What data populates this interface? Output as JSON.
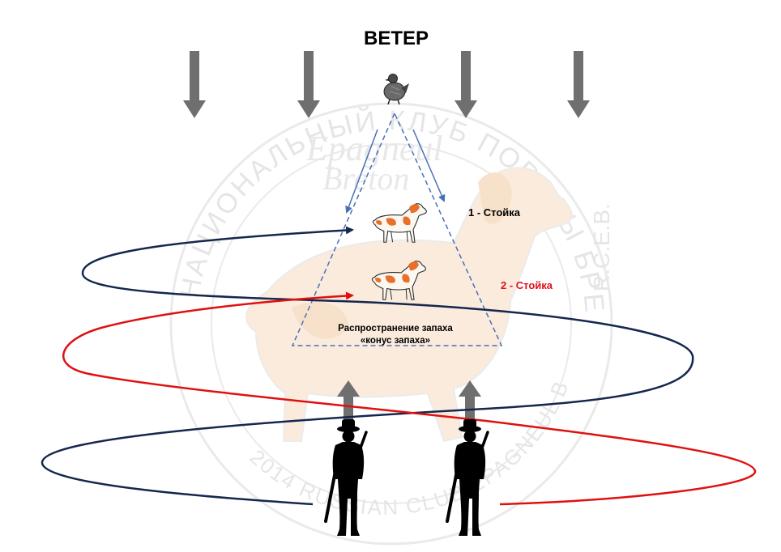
{
  "title": "ВЕТЕР",
  "labels": {
    "stand1": "1 - Стойка",
    "stand2": "2 - Стойка",
    "cone_line1": "Распространение запаха",
    "cone_line2": "«конус запаха»"
  },
  "watermark": {
    "ring_text": "НАЦИОНАЛЬНЫЙ КЛУБ ПОРОДЫ БРЕТОНСКИЙ ЭПАНЬОЛЬ - РОССИЯ",
    "right_text": "R.C.E.B.",
    "bottom_text": "2014 RUSSIAN CLUB EPAGNEUL BRETON",
    "script_line1": "Epagneul",
    "script_line2": "Breton"
  },
  "colors": {
    "title": "#000000",
    "stand1": "#000000",
    "stand2": "#e0101a",
    "wind_arrow": "#6f6f6f",
    "cone": "#4a6fb8",
    "path_navy": "#14274e",
    "path_red": "#e01010",
    "dog_orange": "#e8702a",
    "watermark": "#d9d9d9",
    "watermark_dog": "#f6dcc0"
  },
  "icons": {
    "bird": "grouse-icon",
    "dog": "brittany-dog-icon",
    "hunter": "hunter-silhouette-icon",
    "wind": "down-arrow-icon",
    "approach": "up-arrow-icon"
  }
}
